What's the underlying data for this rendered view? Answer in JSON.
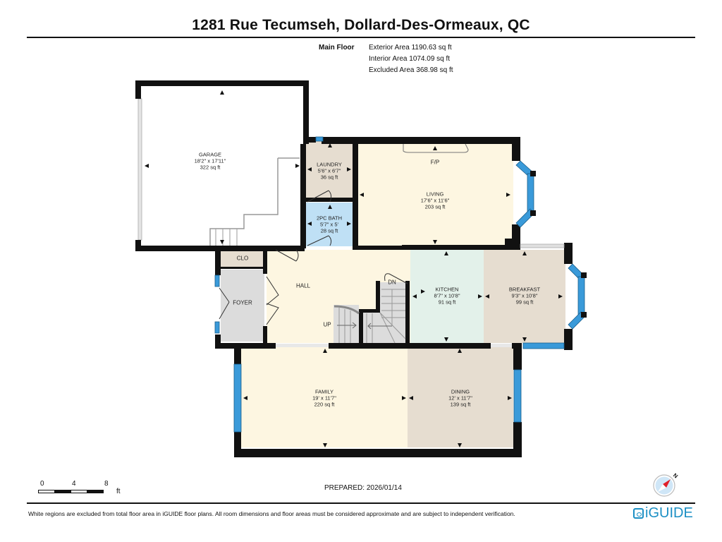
{
  "header": {
    "title": "1281 Rue Tecumseh, Dollard-Des-Ormeaux, QC"
  },
  "floor_summary": {
    "floor_name": "Main Floor",
    "exterior_area": "Exterior Area 1190.63 sq ft",
    "interior_area": "Interior Area 1074.09 sq ft",
    "excluded_area": "Excluded Area 368.98 sq ft"
  },
  "rooms": [
    {
      "name": "GARAGE",
      "dims": "18'2\" x 17'11\"",
      "area": "322 sq ft",
      "color": "#ffffff"
    },
    {
      "name": "LAUNDRY",
      "dims": "5'6\" x 6'7\"",
      "area": "36 sq ft",
      "color": "#e6ddd0"
    },
    {
      "name": "LIVING",
      "dims": "17'6\" x 11'6\"",
      "area": "203 sq ft",
      "color": "#fdf6e1"
    },
    {
      "name": "2PC BATH",
      "dims": "5'7\" x 5'",
      "area": "28 sq ft",
      "color": "#bfe0f5"
    },
    {
      "name": "KITCHEN",
      "dims": "8'7\" x 10'8\"",
      "area": "91 sq ft",
      "color": "#e3f1ea"
    },
    {
      "name": "BREAKFAST",
      "dims": "9'3\" x 10'8\"",
      "area": "99 sq ft",
      "color": "#e6ddd0"
    },
    {
      "name": "FAMILY",
      "dims": "19' x 11'7\"",
      "area": "220 sq ft",
      "color": "#fdf6e1"
    },
    {
      "name": "DINING",
      "dims": "12' x 11'7\"",
      "area": "139 sq ft",
      "color": "#e6ddd0"
    }
  ],
  "labels": {
    "hall": "HALL",
    "foyer": "FOYER",
    "clo": "CLO",
    "fireplace": "F/P",
    "up": "UP",
    "down": "DN"
  },
  "scale": {
    "ticks": [
      "0",
      "4",
      "8"
    ],
    "unit": "ft"
  },
  "prepared": "PREPARED: 2026/01/14",
  "footer": {
    "disclaimer": "White regions are excluded from total floor area in iGUIDE floor plans. All room dimensions and floor areas must be considered approximate and are subject to independent verification.",
    "brand": "iGUIDE"
  },
  "compass": {
    "north_label": "N"
  },
  "colors": {
    "wall": "#111111",
    "window": "#3a9ad9",
    "brand": "#1b8fc4",
    "compass_needle": "#e0202a"
  }
}
